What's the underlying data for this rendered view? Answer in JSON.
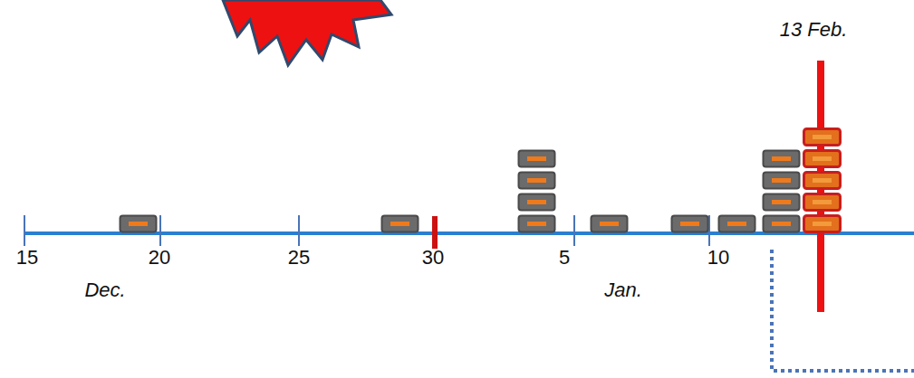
{
  "diagram": {
    "labels": [
      "13 Feb.",
      "15",
      "20",
      "25",
      "30",
      "5",
      "10",
      "Dec.",
      "Jan."
    ]
  }
}
